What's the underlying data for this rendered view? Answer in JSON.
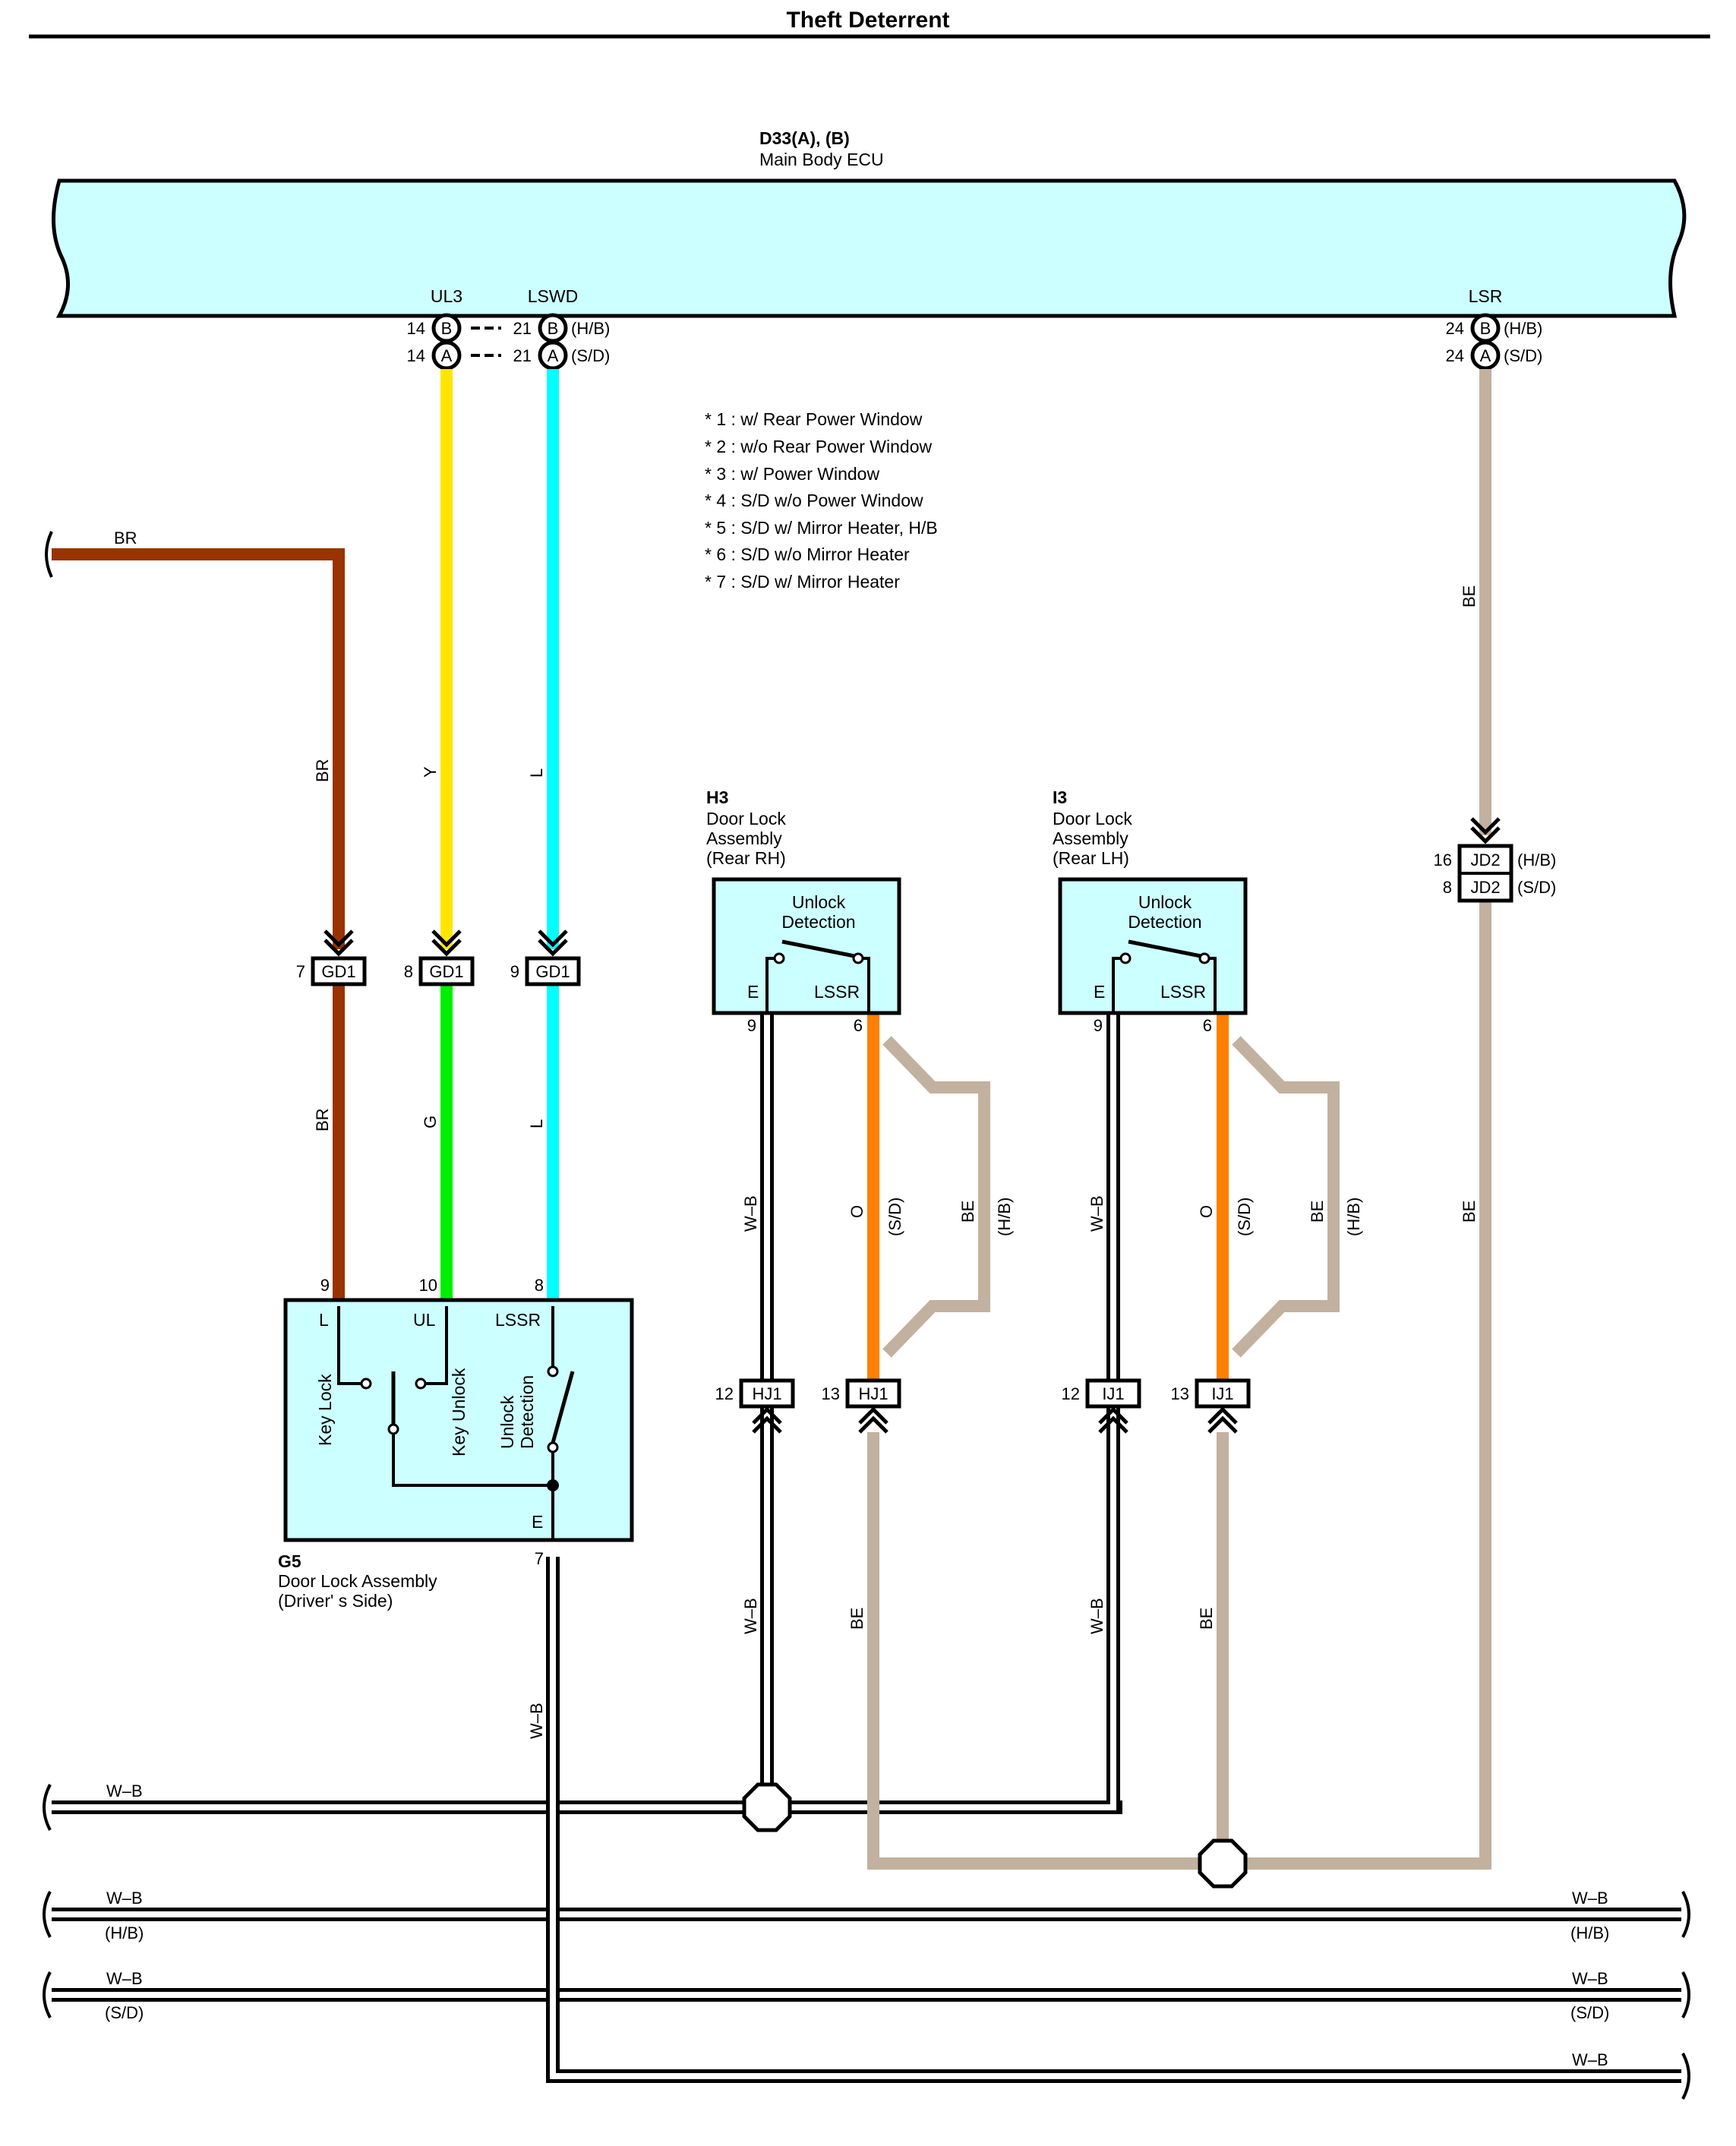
{
  "title": "Theft Deterrent",
  "ecu": {
    "id": "D33(A), (B)",
    "name": "Main Body ECU"
  },
  "ecu_terminals": {
    "ul3": {
      "name": "UL3",
      "pin_b": "14",
      "pin_a": "14",
      "letter_b": "B",
      "letter_a": "A"
    },
    "lswd": {
      "name": "LSWD",
      "pin_b": "21",
      "pin_a": "21",
      "letter_b": "B",
      "letter_a": "A",
      "variant_b": "(H/B)",
      "variant_a": "(S/D)"
    },
    "lsr": {
      "name": "LSR",
      "pin_b": "24",
      "pin_a": "24",
      "letter_b": "B",
      "letter_a": "A",
      "variant_b": "(H/B)",
      "variant_a": "(S/D)"
    }
  },
  "notes": [
    "* 1 : w/ Rear Power Window",
    "* 2 : w/o Rear Power Window",
    "* 3 : w/ Power Window",
    "* 4 : S/D w/o Power Window",
    "* 5 : S/D w/ Mirror Heater,  H/B",
    "* 6 : S/D w/o Mirror Heater",
    "* 7 : S/D w/ Mirror Heater"
  ],
  "wire_colors": {
    "BR": "#993300",
    "Y": "#ffe600",
    "L": "#00ffff",
    "G": "#00ee00",
    "O": "#ff8000",
    "BE": "#c2b19e",
    "W-B": "#000000",
    "white": "#ffffff"
  },
  "box_fill": "#ccffff",
  "wire_labels": {
    "br": "BR",
    "y": "Y",
    "l": "L",
    "g": "G",
    "o": "O",
    "be": "BE",
    "wb": "W–B",
    "sd": "(S/D)",
    "hb": "(H/B)"
  },
  "connectors": {
    "gd1": "GD1",
    "gd1_pin_br": "7",
    "gd1_pin_y": "8",
    "gd1_pin_l": "9",
    "jd2": "JD2",
    "jd2_pin_hb": "16",
    "jd2_pin_sd": "8",
    "jd2_var_hb": "(H/B)",
    "jd2_var_sd": "(S/D)",
    "hj1": "HJ1",
    "hj1_pin_wb": "12",
    "hj1_pin_be": "13",
    "ij1": "IJ1",
    "ij1_pin_wb": "12",
    "ij1_pin_be": "13"
  },
  "h3": {
    "id": "H3",
    "name_line1": "Door Lock",
    "name_line2": "Assembly",
    "name_line3": "(Rear RH)",
    "switch_line1": "Unlock",
    "switch_line2": "Detection",
    "term_e": "E",
    "term_lssr": "LSSR",
    "pin_e": "9",
    "pin_lssr": "6"
  },
  "i3": {
    "id": "I3",
    "name_line1": "Door Lock",
    "name_line2": "Assembly",
    "name_line3": "(Rear LH)",
    "switch_line1": "Unlock",
    "switch_line2": "Detection",
    "term_e": "E",
    "term_lssr": "LSSR",
    "pin_e": "9",
    "pin_lssr": "6"
  },
  "g5": {
    "id": "G5",
    "name_line1": "Door Lock Assembly",
    "name_line2": "(Driver' s Side)",
    "term_l": "L",
    "term_ul": "UL",
    "term_lssr": "LSSR",
    "term_e": "E",
    "pin_l": "9",
    "pin_ul": "10",
    "pin_lssr": "8",
    "pin_e": "7",
    "key_lock": "Key Lock",
    "key_unlock": "Key Unlock",
    "unlock_line1": "Unlock",
    "unlock_line2": "Detection"
  }
}
